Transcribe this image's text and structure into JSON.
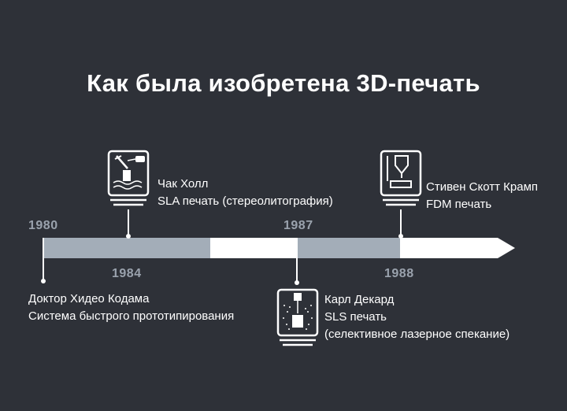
{
  "title": "Как была изобретена 3D-печать",
  "colors": {
    "background": "#2e3138",
    "timeline_light": "#ffffff",
    "timeline_gray": "#a3adb8",
    "year_text": "#9aa2ad",
    "text": "#ffffff"
  },
  "timeline": {
    "years": [
      "1980",
      "1984",
      "1987",
      "1988"
    ],
    "events": [
      {
        "year": "1980",
        "icon": "rapid-prototyping",
        "lines": [
          "Доктор Хидео Кодама",
          "Система быстрого прототипирования"
        ]
      },
      {
        "year": "1984",
        "icon": "sla-printer-icon",
        "lines": [
          "Чак Холл",
          "SLA печать (стереолитография)"
        ]
      },
      {
        "year": "1987",
        "icon": "sls-printer-icon",
        "lines": [
          "Карл Декард",
          "SLS печать",
          "(селективное лазерное спекание)"
        ]
      },
      {
        "year": "1988",
        "icon": "fdm-printer-icon",
        "lines": [
          "Стивен Скотт Крамп",
          "FDM печать"
        ]
      }
    ]
  }
}
